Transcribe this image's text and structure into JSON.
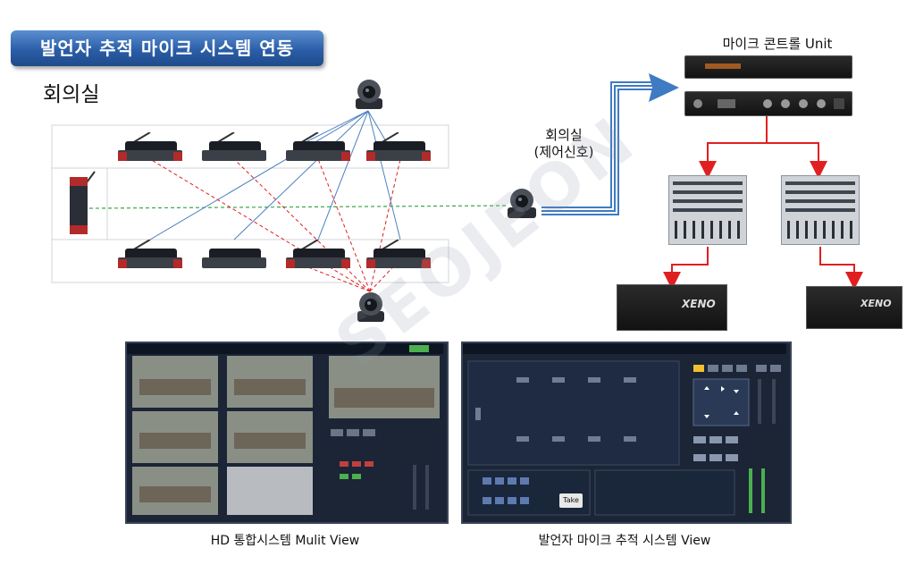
{
  "header": {
    "title": "발언자 추적 마이크 시스템 연동"
  },
  "room": {
    "label": "회의실"
  },
  "link": {
    "label_line1": "회의실",
    "label_line2": "(제어신호)"
  },
  "control": {
    "label": "마이크 콘트롤 Unit"
  },
  "amps": {
    "brand": "XENO"
  },
  "screens": {
    "left_caption": "HD 통합시스템 Mulit View",
    "right_caption": "발언자 마이크 추적 시스템 View",
    "take_button": "Take"
  },
  "watermark": "SEOJEON",
  "colors": {
    "blue_line": "#3f7bc2",
    "red_arrow": "#e02020",
    "green_dash": "#3aa64a",
    "title_bg": "#2b5ea8"
  },
  "icons": [
    "ptz-camera-icon",
    "conference-mic-icon",
    "arrow-right-icon",
    "arrow-down-icon"
  ]
}
